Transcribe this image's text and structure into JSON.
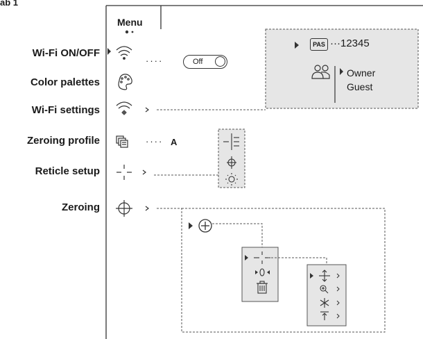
{
  "tab_label": "ab 1",
  "menu": {
    "title": "Menu",
    "items": [
      {
        "label": "Wi-Fi ON/OFF",
        "icon": "wifi-icon"
      },
      {
        "label": "Color palettes",
        "icon": "palette-icon"
      },
      {
        "label": "Wi-Fi settings",
        "icon": "wifi-settings-icon"
      },
      {
        "label": "Zeroing profile",
        "icon": "zeroing-profile-icon"
      },
      {
        "label": "Reticle setup",
        "icon": "reticle-icon"
      },
      {
        "label": "Zeroing",
        "icon": "zeroing-icon"
      }
    ]
  },
  "wifi_toggle": {
    "dots": "····",
    "value": "Off"
  },
  "wifi_settings_panel": {
    "password_badge": "PAS",
    "password_value": "···12345",
    "access_levels": [
      "Owner",
      "Guest"
    ]
  },
  "zeroing_profile": {
    "dots": "····",
    "value": "A"
  },
  "reticle_submenu_icons": [
    "reticle-type-icon",
    "reticle-brightness-icon",
    "reticle-position-icon"
  ],
  "zeroing_submenu": {
    "add_distance_icon": "plus-circle-icon",
    "distance_menu_icons": [
      "crosshair-icon",
      "edit-distance-icon",
      "delete-icon"
    ],
    "adjust_menu_icons": [
      "move-icon",
      "zoom-icon",
      "freeze-icon",
      "distance-icon"
    ]
  },
  "colors": {
    "line": "#333333",
    "panel_fill": "#e6e6e6",
    "dashed": "#555555"
  }
}
